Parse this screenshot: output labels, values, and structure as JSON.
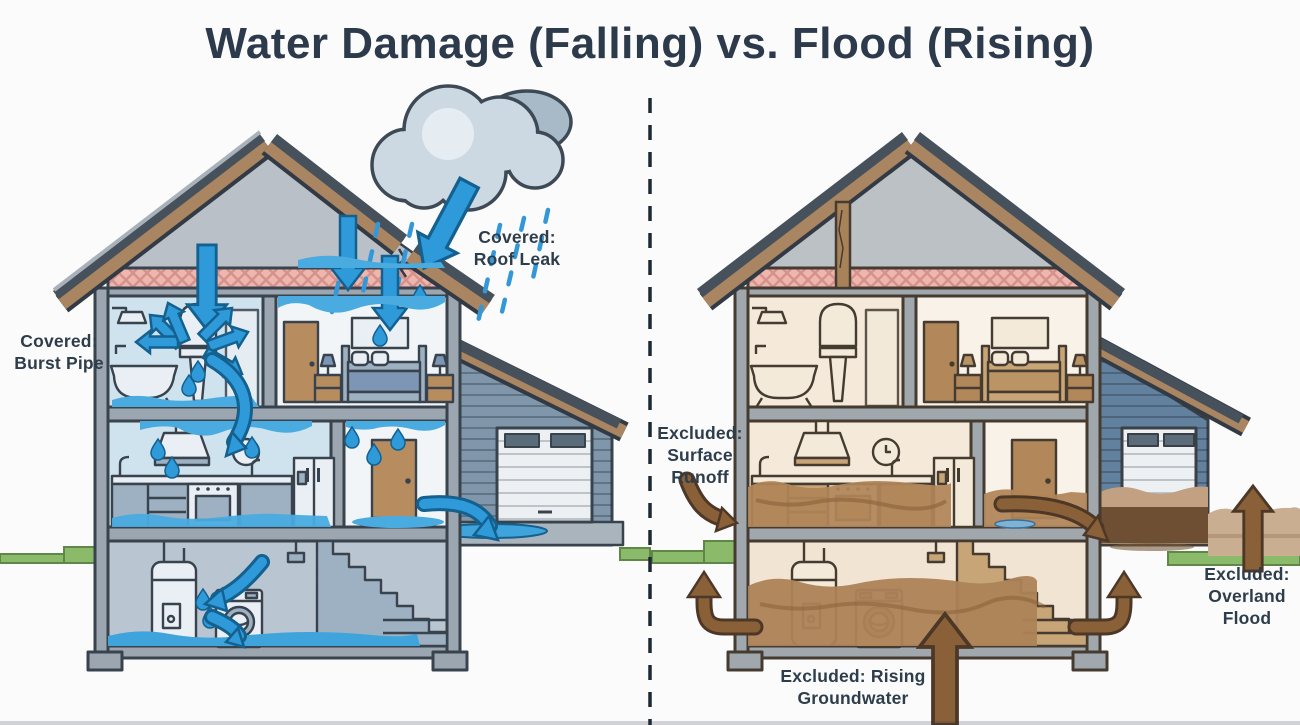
{
  "title": "Water Damage (Falling) vs. Flood (Rising)",
  "left_panel": {
    "id": "water-damage-falling",
    "theme": "blue",
    "accent_color": "#2f9ad9",
    "labels": {
      "roof_leak": {
        "l1": "Covered:",
        "l2": "Roof Leak"
      },
      "burst_pipe": {
        "l1": "Covered:",
        "l2": "Burst Pipe"
      }
    }
  },
  "right_panel": {
    "id": "flood-rising",
    "theme": "brown",
    "accent_color": "#8a6038",
    "labels": {
      "surface_runoff": {
        "l1": "Excluded:",
        "l2": "Surface",
        "l3": "Runoff"
      },
      "rising_groundwater": {
        "l1": "Excluded: Rising",
        "l2": "Groundwater"
      },
      "overland_flood": {
        "l1": "Excluded:",
        "l2": "Overland",
        "l3": "Flood"
      }
    }
  },
  "divider": {
    "style": "vertical-dashed"
  },
  "colors": {
    "background": "#fbfbfb",
    "title_text": "#2c3a4b",
    "label_text": "#2e3d4b",
    "water_blue": "#2f9ad9",
    "flood_brown": "#a87e52",
    "arrow_brown": "#8a6038",
    "grass_green": "#8cba6b",
    "wall_gray": "#9ba6b0",
    "roof_fascia_brown": "#a98562",
    "insulation_pink": "#efb6ae",
    "garage_siding_blue": "#61819f"
  },
  "icons": {
    "rain-cloud-icon": "cloud",
    "rain-streaks-icon": "dashed-slant-lines",
    "falling-water-arrow-icon": "arrow-down",
    "burst-spray-arrows-icon": "radial-arrows",
    "leak-flow-arrow-icon": "curved-arrow",
    "runoff-arrow-icon": "curved-arrow",
    "rising-water-arrow-icon": "arrow-up",
    "groundwater-elbow-arrow-icon": "elbow-arrow-up",
    "water-drop-icon": "teardrop"
  }
}
